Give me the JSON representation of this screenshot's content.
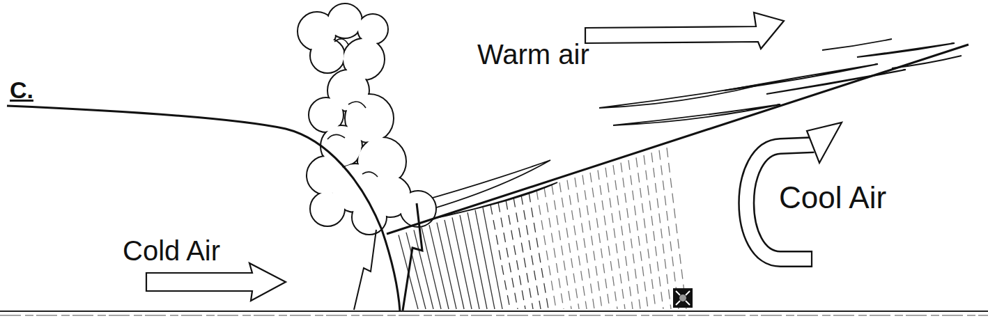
{
  "diagram": {
    "labels": [
      "C.",
      "Warm air",
      "Cold Air",
      "Cool Air"
    ]
  }
}
